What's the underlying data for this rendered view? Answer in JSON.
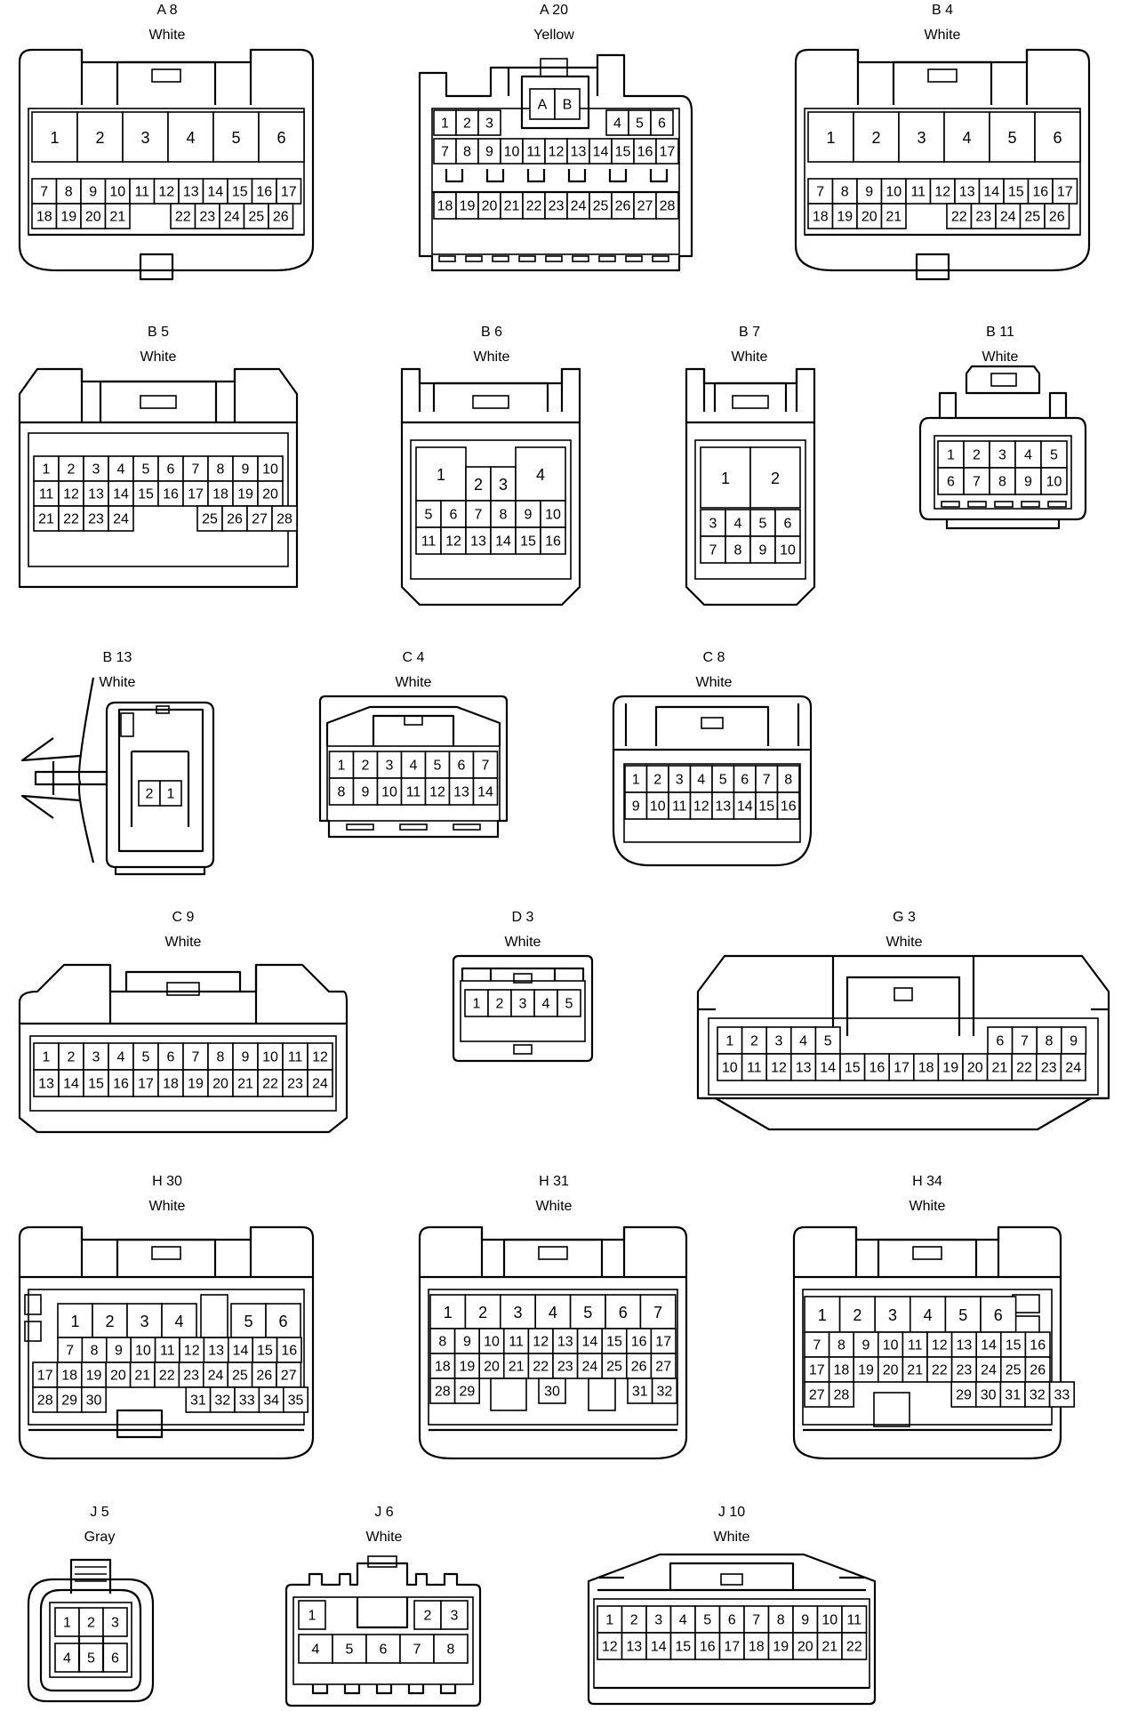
{
  "connectors": [
    {
      "id": "A 8",
      "color": "White",
      "big": [
        "1",
        "2",
        "3",
        "4",
        "5",
        "6"
      ],
      "row1": [
        "7",
        "8",
        "9",
        "10",
        "11",
        "12",
        "13",
        "14",
        "15",
        "16",
        "17"
      ],
      "row2": [
        "18",
        "19",
        "20",
        "21",
        "22",
        "23",
        "24",
        "25",
        "26"
      ]
    },
    {
      "id": "A 20",
      "color": "Yellow",
      "top": [
        "A",
        "B"
      ],
      "row0l": [
        "1",
        "2",
        "3"
      ],
      "row0r": [
        "4",
        "5",
        "6"
      ],
      "row1": [
        "7",
        "8",
        "9",
        "10",
        "11",
        "12",
        "13",
        "14",
        "15",
        "16",
        "17"
      ],
      "row2": [
        "18",
        "19",
        "20",
        "21",
        "22",
        "23",
        "24",
        "25",
        "26",
        "27",
        "28"
      ]
    },
    {
      "id": "B 4",
      "color": "White",
      "big": [
        "1",
        "2",
        "3",
        "4",
        "5",
        "6"
      ],
      "row1": [
        "7",
        "8",
        "9",
        "10",
        "11",
        "12",
        "13",
        "14",
        "15",
        "16",
        "17"
      ],
      "row2": [
        "18",
        "19",
        "20",
        "21",
        "22",
        "23",
        "24",
        "25",
        "26"
      ]
    },
    {
      "id": "B 5",
      "color": "White",
      "row1": [
        "1",
        "2",
        "3",
        "4",
        "5",
        "6",
        "7",
        "8",
        "9",
        "10"
      ],
      "row2": [
        "11",
        "12",
        "13",
        "14",
        "15",
        "16",
        "17",
        "18",
        "19",
        "20"
      ],
      "row3": [
        "21",
        "22",
        "23",
        "24",
        "25",
        "26",
        "27",
        "28"
      ]
    },
    {
      "id": "B 6",
      "color": "White",
      "big": [
        "1",
        "2",
        "3",
        "4"
      ],
      "row1": [
        "5",
        "6",
        "7",
        "8",
        "9",
        "10"
      ],
      "row2": [
        "11",
        "12",
        "13",
        "14",
        "15",
        "16"
      ]
    },
    {
      "id": "B 7",
      "color": "White",
      "big": [
        "1",
        "2"
      ],
      "row1": [
        "3",
        "4",
        "5",
        "6"
      ],
      "row2": [
        "7",
        "8",
        "9",
        "10"
      ]
    },
    {
      "id": "B 11",
      "color": "White",
      "row1": [
        "1",
        "2",
        "3",
        "4",
        "5"
      ],
      "row2": [
        "6",
        "7",
        "8",
        "9",
        "10"
      ]
    },
    {
      "id": "B 13",
      "color": "White",
      "row1": [
        "2",
        "1"
      ]
    },
    {
      "id": "C 4",
      "color": "White",
      "row1": [
        "1",
        "2",
        "3",
        "4",
        "5",
        "6",
        "7"
      ],
      "row2": [
        "8",
        "9",
        "10",
        "11",
        "12",
        "13",
        "14"
      ]
    },
    {
      "id": "C 8",
      "color": "White",
      "row1": [
        "1",
        "2",
        "3",
        "4",
        "5",
        "6",
        "7",
        "8"
      ],
      "row2": [
        "9",
        "10",
        "11",
        "12",
        "13",
        "14",
        "15",
        "16"
      ]
    },
    {
      "id": "C 9",
      "color": "White",
      "row1": [
        "1",
        "2",
        "3",
        "4",
        "5",
        "6",
        "7",
        "8",
        "9",
        "10",
        "11",
        "12"
      ],
      "row2": [
        "13",
        "14",
        "15",
        "16",
        "17",
        "18",
        "19",
        "20",
        "21",
        "22",
        "23",
        "24"
      ]
    },
    {
      "id": "D 3",
      "color": "White",
      "row1": [
        "1",
        "2",
        "3",
        "4",
        "5"
      ]
    },
    {
      "id": "G 3",
      "color": "White",
      "row1l": [
        "1",
        "2",
        "3",
        "4",
        "5"
      ],
      "row1r": [
        "6",
        "7",
        "8",
        "9"
      ],
      "row2": [
        "10",
        "11",
        "12",
        "13",
        "14",
        "15",
        "16",
        "17",
        "18",
        "19",
        "20",
        "21",
        "22",
        "23",
        "24"
      ]
    },
    {
      "id": "H 30",
      "color": "White",
      "big": [
        "1",
        "2",
        "3",
        "4",
        "5",
        "6"
      ],
      "row1": [
        "7",
        "8",
        "9",
        "10",
        "11",
        "12",
        "13",
        "14",
        "15",
        "16"
      ],
      "row2": [
        "17",
        "18",
        "19",
        "20",
        "21",
        "22",
        "23",
        "24",
        "25",
        "26",
        "27"
      ],
      "row3": [
        "28",
        "29",
        "30",
        "31",
        "32",
        "33",
        "34",
        "35"
      ]
    },
    {
      "id": "H 31",
      "color": "White",
      "big": [
        "1",
        "2",
        "3",
        "4",
        "5",
        "6",
        "7"
      ],
      "row1": [
        "8",
        "9",
        "10",
        "11",
        "12",
        "13",
        "14",
        "15",
        "16",
        "17"
      ],
      "row2": [
        "18",
        "19",
        "20",
        "21",
        "22",
        "23",
        "24",
        "25",
        "26",
        "27"
      ],
      "row3": [
        "28",
        "29",
        "30",
        "31",
        "32"
      ]
    },
    {
      "id": "H 34",
      "color": "White",
      "big": [
        "1",
        "2",
        "3",
        "4",
        "5",
        "6"
      ],
      "row1": [
        "7",
        "8",
        "9",
        "10",
        "11",
        "12",
        "13",
        "14",
        "15",
        "16"
      ],
      "row2": [
        "17",
        "18",
        "19",
        "20",
        "21",
        "22",
        "23",
        "24",
        "25",
        "26"
      ],
      "row3": [
        "27",
        "28",
        "29",
        "30",
        "31",
        "32",
        "33"
      ]
    },
    {
      "id": "J 5",
      "color": "Gray",
      "row1": [
        "1",
        "2",
        "3"
      ],
      "row2": [
        "4",
        "5",
        "6"
      ]
    },
    {
      "id": "J 6",
      "color": "White",
      "row1": [
        "1",
        "2",
        "3"
      ],
      "row2": [
        "4",
        "5",
        "6",
        "7",
        "8"
      ]
    },
    {
      "id": "J 10",
      "color": "White",
      "row1": [
        "1",
        "2",
        "3",
        "4",
        "5",
        "6",
        "7",
        "8",
        "9",
        "10",
        "11"
      ],
      "row2": [
        "12",
        "13",
        "14",
        "15",
        "16",
        "17",
        "18",
        "19",
        "20",
        "21",
        "22"
      ]
    }
  ]
}
